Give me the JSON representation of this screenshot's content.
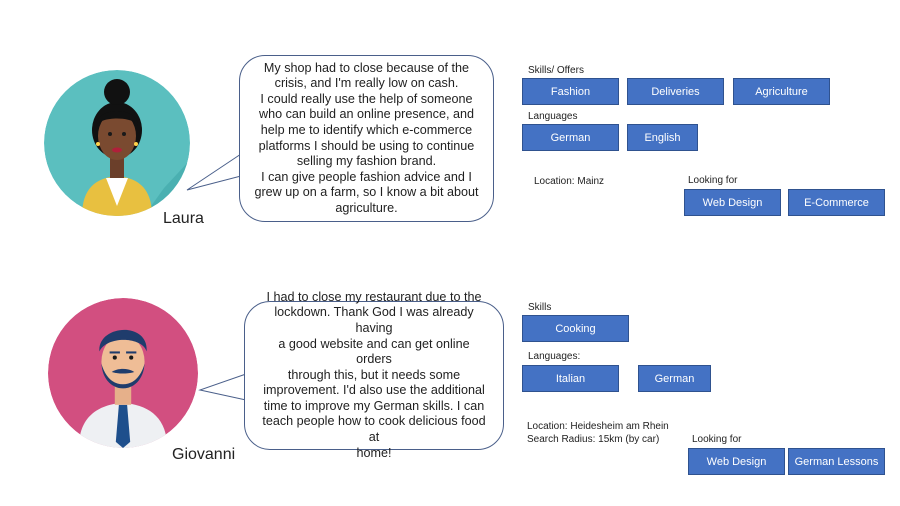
{
  "personas": [
    {
      "name": "Laura",
      "quote": "My shop had to close because of the\ncrisis, and I'm really low on cash.\nI could really use the help of someone\nwho can build an online presence, and\nhelp me to identify which e-commerce\nplatforms I should be using to continue\nselling my fashion brand.\nI can give people fashion advice and I\ngrew up on a farm, so I know a bit about\nagriculture.",
      "skills_label": "Skills/ Offers",
      "skills": [
        "Fashion",
        "Deliveries",
        "Agriculture"
      ],
      "languages_label": "Languages",
      "languages": [
        "German",
        "English"
      ],
      "location": "Location: Mainz",
      "looking_for_label": "Looking for",
      "looking_for": [
        "Web Design",
        "E-Commerce"
      ]
    },
    {
      "name": "Giovanni",
      "quote": "I had to close my restaurant due to the\nlockdown. Thank God I was already having\na good website and can get online orders\nthrough this, but it needs some\nimprovement. I'd also use the additional\ntime to improve my German skills. I can\nteach people how to cook delicious food at\nhome!",
      "skills_label": "Skills",
      "skills": [
        "Cooking"
      ],
      "languages_label": "Languages:",
      "languages": [
        "Italian",
        "German"
      ],
      "location": "Location: Heidesheim am Rhein",
      "search_radius": "Search Radius: 15km (by car)",
      "looking_for_label": "Looking for",
      "looking_for": [
        "Web Design",
        "German Lessons"
      ]
    }
  ],
  "colors": {
    "chip_fill": "#4472c4",
    "chip_border": "#2f528f",
    "avatar1_bg": "#5bbfbf",
    "avatar2_bg": "#d24f80"
  }
}
